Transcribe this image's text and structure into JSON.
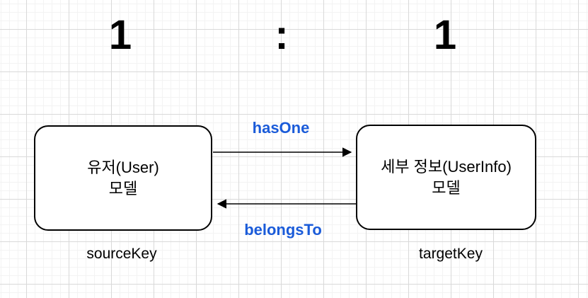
{
  "diagram": {
    "title": {
      "left_cardinality": "1",
      "separator": ":",
      "right_cardinality": "1"
    },
    "nodes": [
      {
        "id": "source-model",
        "line1": "유저(User)",
        "line2": "모델",
        "key_label": "sourceKey"
      },
      {
        "id": "target-model",
        "line1": "세부 정보(UserInfo)",
        "line2": "모델",
        "key_label": "targetKey"
      }
    ],
    "edges": [
      {
        "label": "hasOne",
        "direction": "left-to-right"
      },
      {
        "label": "belongsTo",
        "direction": "right-to-left"
      }
    ],
    "colors": {
      "edge_label_blue": "#1A5BD9",
      "shape_stroke": "#000000",
      "background": "#ffffff",
      "grid_minor": "#f3f3f3",
      "grid_major": "#d9d9d9"
    }
  }
}
